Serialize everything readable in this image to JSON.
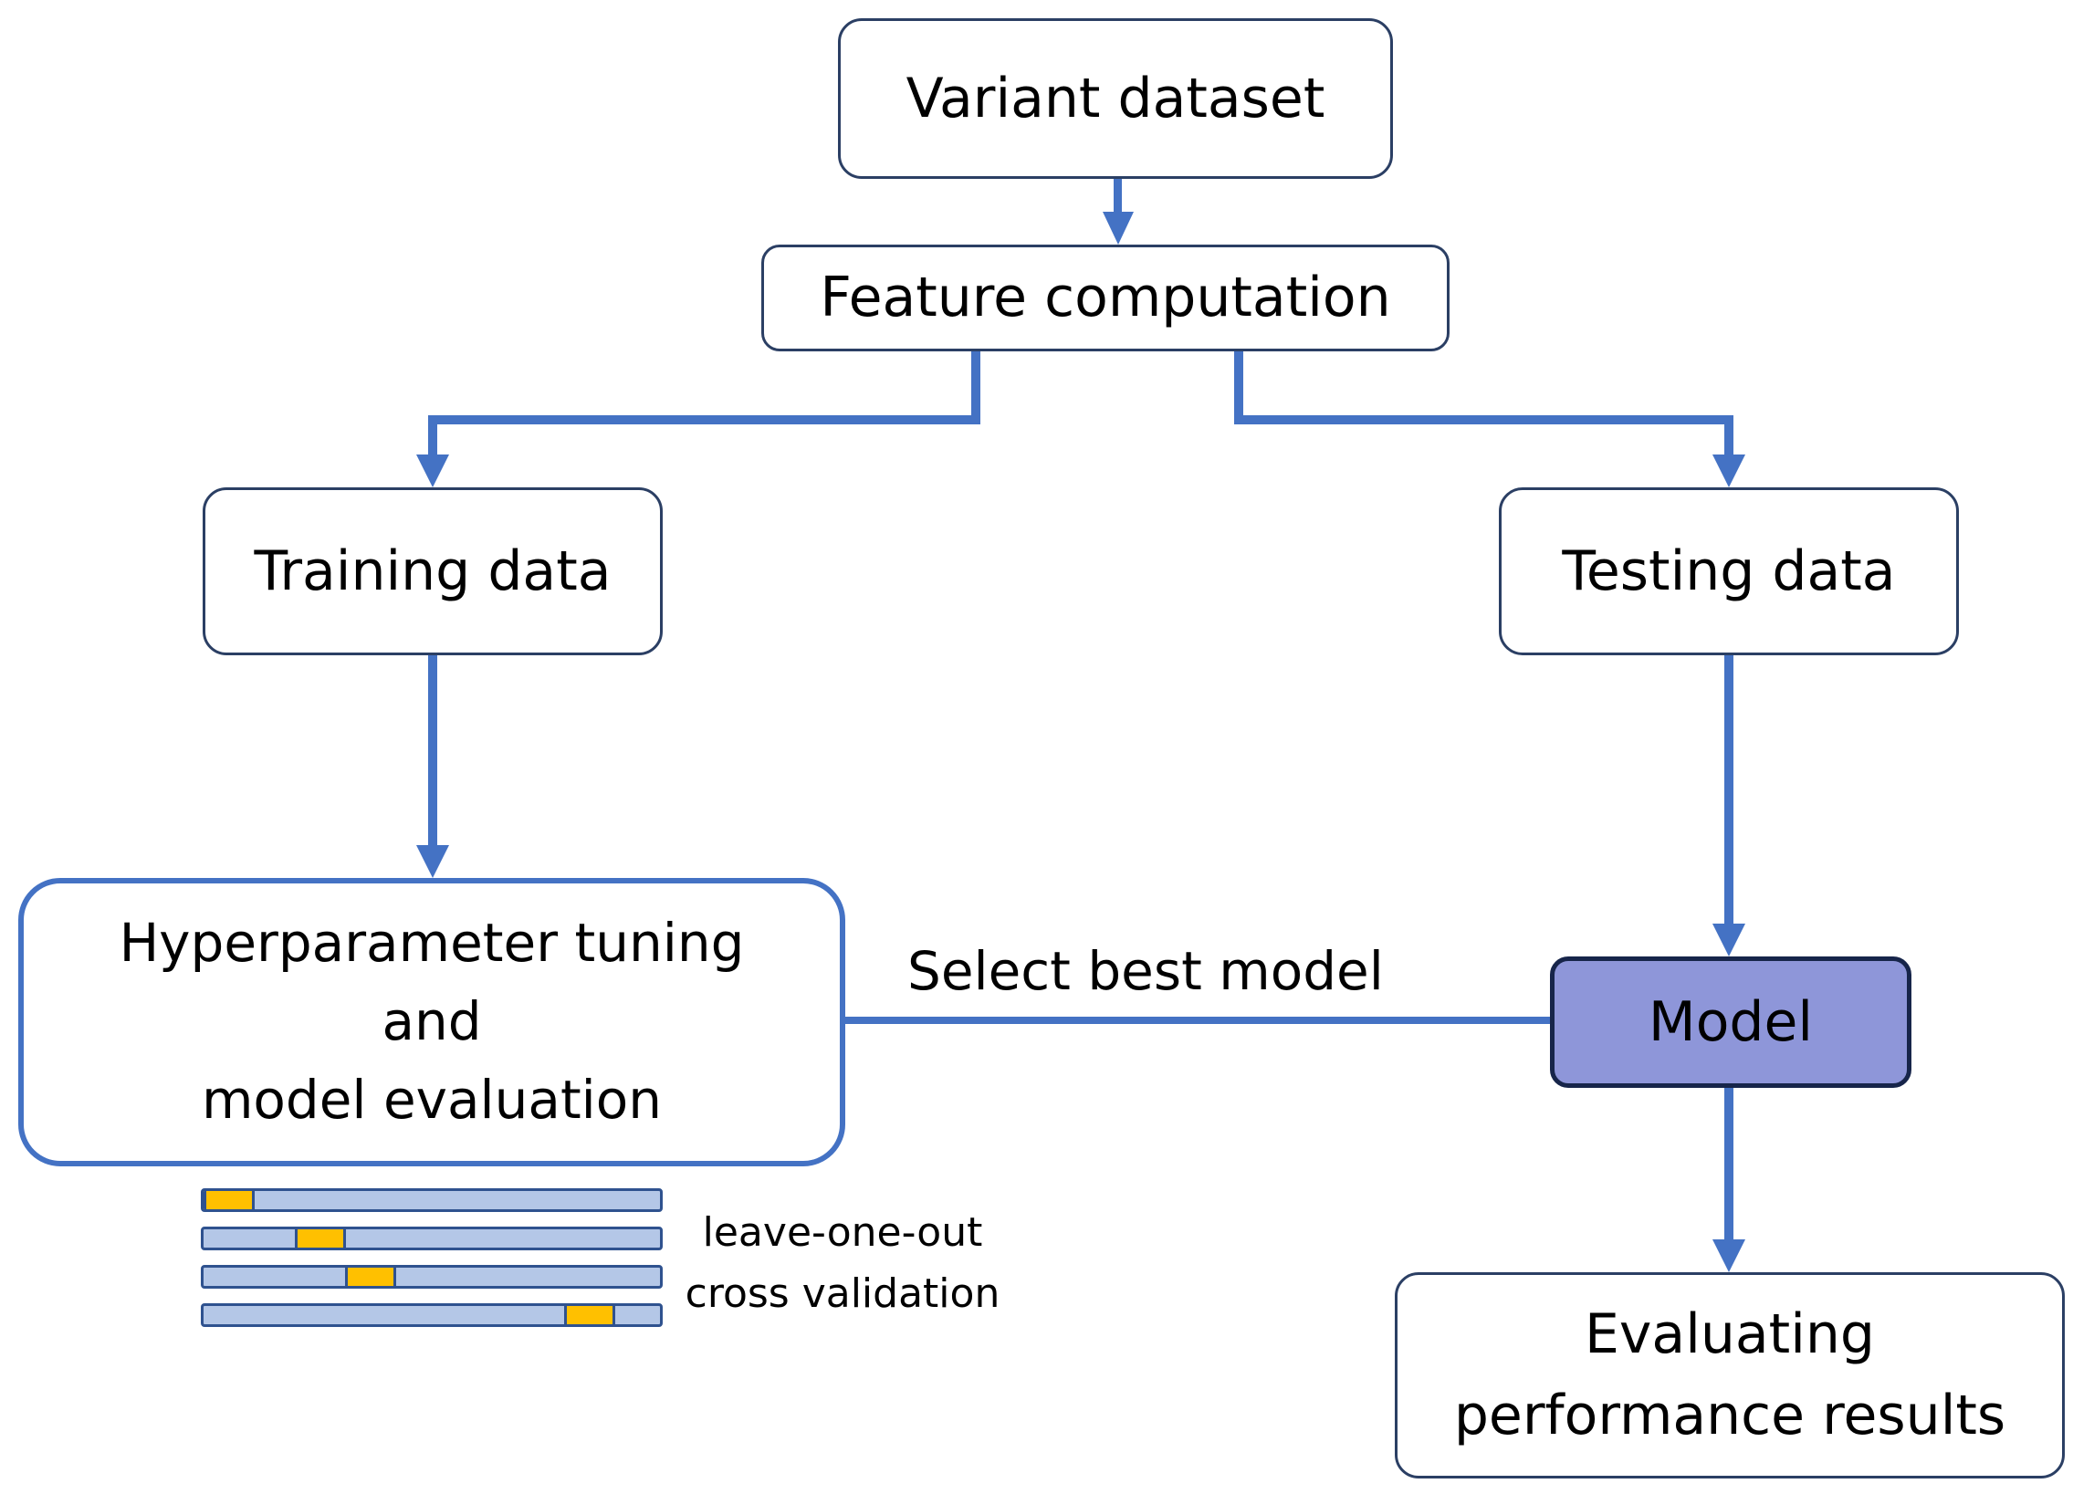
{
  "colors": {
    "arrow": "#4472c4",
    "box_border": "#2b3f64",
    "box_fill": "#ffffff",
    "model_fill": "#8e96d9",
    "model_border": "#17254a",
    "cv_bar_fill": "#b4c7e7",
    "cv_bar_border": "#2f528f",
    "cv_fold_fill": "#ffc000"
  },
  "nodes": {
    "variant_dataset": "Variant dataset",
    "feature_computation": "Feature computation",
    "training_data": "Training data",
    "testing_data": "Testing data",
    "hyperparameter_tuning": "Hyperparameter tuning\nand\nmodel evaluation",
    "model": "Model",
    "evaluating_performance": "Evaluating\nperformance results"
  },
  "edges": {
    "select_best_model": "Select best model"
  },
  "cross_validation": {
    "label": "leave-one-out\ncross validation",
    "folds": [
      {
        "start_fraction": 0.0
      },
      {
        "start_fraction": 0.225
      },
      {
        "start_fraction": 0.348
      },
      {
        "start_fraction": 0.89
      }
    ]
  }
}
